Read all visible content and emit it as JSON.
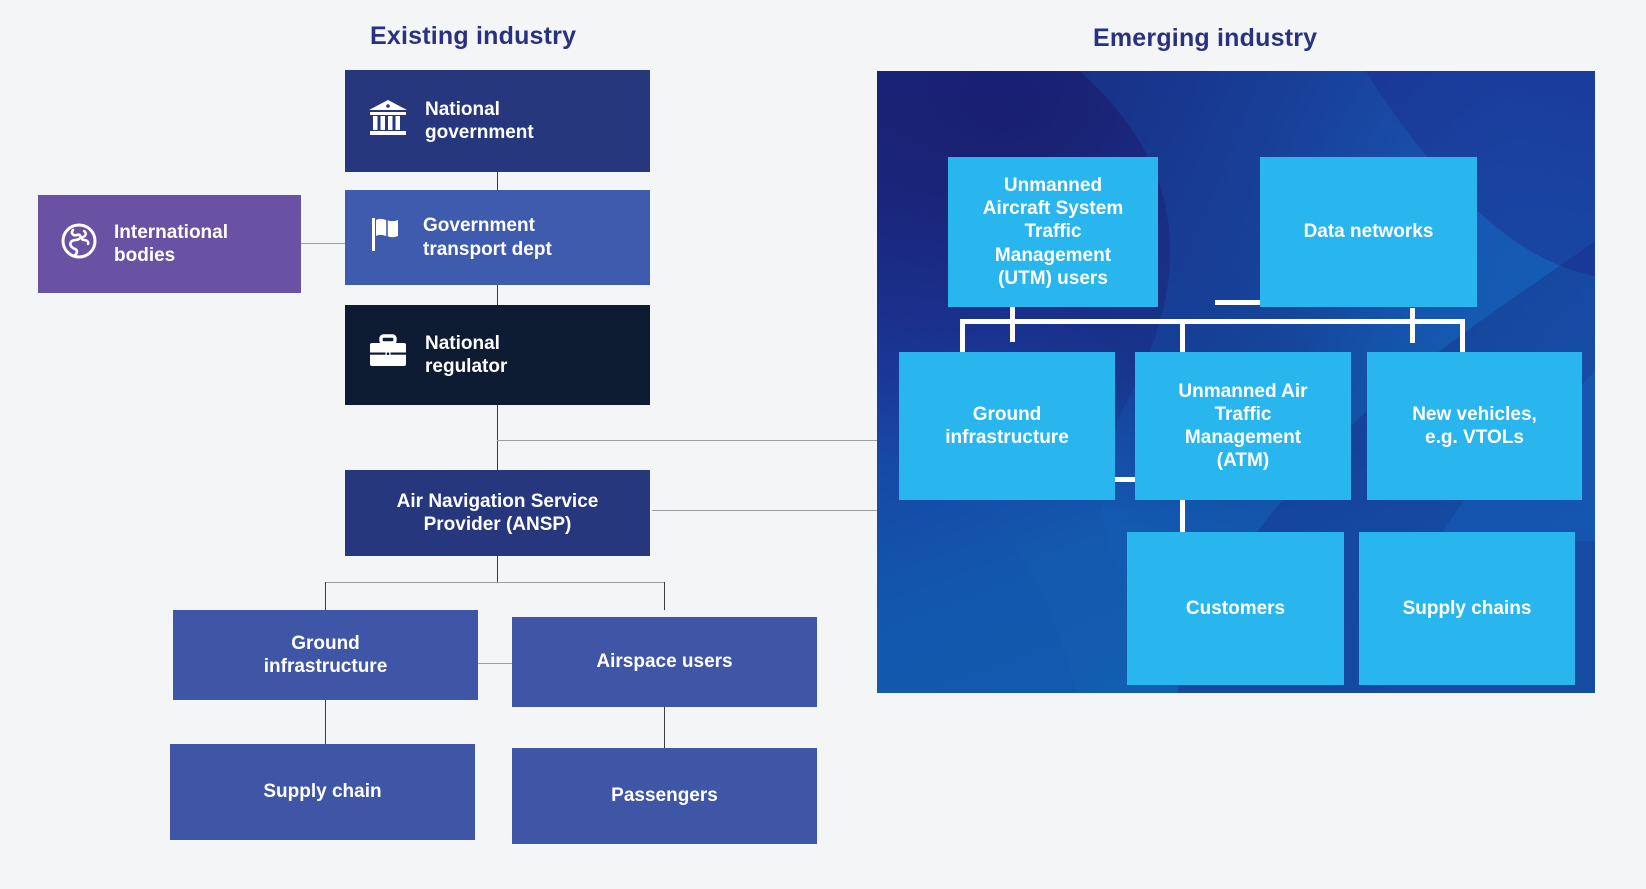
{
  "headings": {
    "existing": "Existing industry",
    "emerging": "Emerging industry"
  },
  "colors": {
    "canvas": "#f4f5f7",
    "heading_text": "#2a3280",
    "navy": "#26377e",
    "royal": "#3f5bad",
    "near_black": "#0d1b33",
    "purple": "#6952a3",
    "indigo": "#3f55a5",
    "cyan": "#29b6ef",
    "panel_gradient_from": "#1f2a86",
    "panel_gradient_to": "#1263b4",
    "connector": "#3c3c3c",
    "connector_light": "#9aa0a6",
    "box_text": "#ffffff"
  },
  "existing_industry": {
    "nodes": [
      {
        "id": "national-government",
        "label": "National\ngovernment",
        "icon": "bank-icon",
        "color": "navy"
      },
      {
        "id": "government-transport-dept",
        "label": "Government\ntransport  dept",
        "icon": "flag-icon",
        "color": "royal"
      },
      {
        "id": "national-regulator",
        "label": "National\nregulator",
        "icon": "briefcase-icon",
        "color": "near_black"
      },
      {
        "id": "international-bodies",
        "label": "International\nbodies",
        "icon": "globe-icon",
        "color": "purple"
      },
      {
        "id": "ansp",
        "label": "Air Navigation Service\nProvider (ANSP)",
        "icon": null,
        "color": "navy"
      },
      {
        "id": "ground-infrastructure",
        "label": "Ground\ninfrastructure",
        "icon": null,
        "color": "indigo"
      },
      {
        "id": "airspace-users",
        "label": "Airspace users",
        "icon": null,
        "color": "indigo"
      },
      {
        "id": "supply-chain",
        "label": "Supply chain",
        "icon": null,
        "color": "indigo"
      },
      {
        "id": "passengers",
        "label": "Passengers",
        "icon": null,
        "color": "indigo"
      }
    ]
  },
  "emerging_industry": {
    "nodes": [
      {
        "id": "utm-users",
        "label": "Unmanned\nAircraft System\nTraffic\nManagement\n(UTM) users",
        "color": "cyan"
      },
      {
        "id": "data-networks",
        "label": "Data networks",
        "color": "cyan"
      },
      {
        "id": "ground-infrastructure",
        "label": "Ground\ninfrastructure",
        "color": "cyan"
      },
      {
        "id": "uatm",
        "label": "Unmanned Air\nTraffic\nManagement\n(ATM)",
        "color": "cyan"
      },
      {
        "id": "new-vehicles",
        "label": "New vehicles,\ne.g. VTOLs",
        "color": "cyan"
      },
      {
        "id": "customers",
        "label": "Customers",
        "color": "cyan"
      },
      {
        "id": "supply-chains",
        "label": "Supply chains",
        "color": "cyan"
      }
    ]
  },
  "labels": {
    "national_government": "National\ngovernment",
    "government_transport_dept": "Government\ntransport  dept",
    "national_regulator": "National\nregulator",
    "international_bodies": "International\nbodies",
    "ansp": "Air Navigation Service\nProvider (ANSP)",
    "ground_infrastructure_left": "Ground\ninfrastructure",
    "airspace_users": "Airspace users",
    "supply_chain": "Supply chain",
    "passengers": "Passengers",
    "utm_users": "Unmanned\nAircraft System\nTraffic\nManagement\n(UTM) users",
    "data_networks": "Data networks",
    "ground_infrastructure_right": "Ground\ninfrastructure",
    "uatm": "Unmanned Air\nTraffic\nManagement\n(ATM)",
    "new_vehicles": "New vehicles,\ne.g. VTOLs",
    "customers": "Customers",
    "supply_chains": "Supply chains"
  }
}
